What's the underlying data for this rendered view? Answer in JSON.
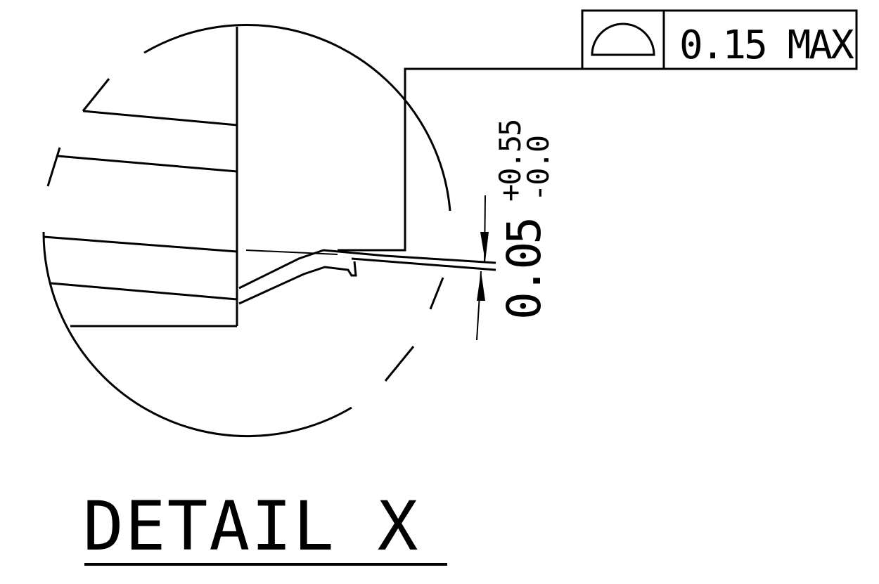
{
  "detail_title": "DETAIL X",
  "feature_control_frame": {
    "symbol": "surface-profile-icon",
    "tolerance": "0.15 MAX"
  },
  "dimension": {
    "nominal": "0.05",
    "upper_deviation": "+0.55",
    "lower_deviation": "-0.0"
  },
  "colors": {
    "line": "#000000",
    "background": "#ffffff"
  }
}
